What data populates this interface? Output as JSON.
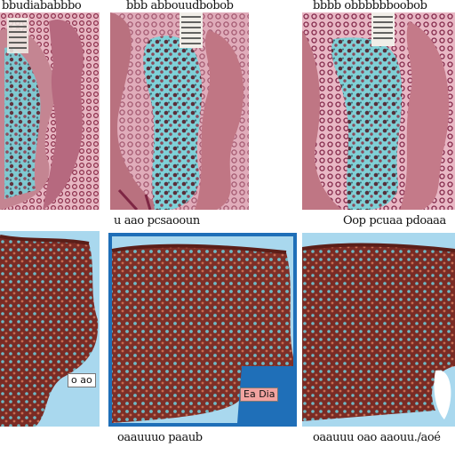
{
  "header_captions": {
    "left": "bbudiababbbo",
    "center": "bbb abbouudbobob",
    "right": "bbbb obbbbbboobob"
  },
  "row_captions": {
    "center": "u aao pcsaooun",
    "right": "Oop pcuaa pdoaaa"
  },
  "bottom_captions": {
    "center": "oaauuuo paaub",
    "right": "oaauuu oao aaouu./aoé"
  },
  "inset_labels": {
    "bottom_left": "o ao",
    "bottom_center": "Ea Dia"
  },
  "colors": {
    "tissue_pink": "#c98a99",
    "tissue_cyan": "#7fd1d8",
    "tissue_dark": "#5a2f3a",
    "liver_red": "#8a3328",
    "liver_cyan": "#6fb8c4",
    "sky_blue": "#a9d8ee",
    "deep_blue": "#1f6fb8"
  },
  "icons": [
    "figure-grid"
  ]
}
